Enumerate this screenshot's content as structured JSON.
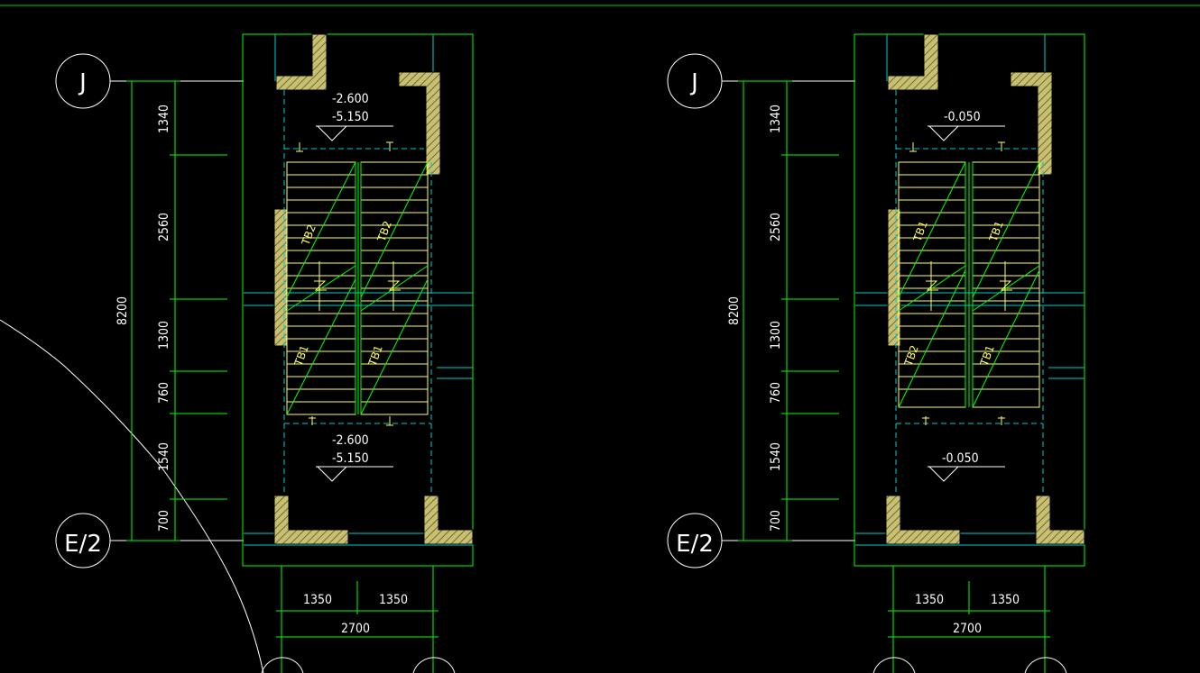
{
  "drawing": {
    "colors": {
      "background": "#000000",
      "frame_green": "#00ff00",
      "hatch_yellow": "#ffff66",
      "cyan_lines": "#00cccc",
      "white_text": "#ffffff"
    },
    "plans": [
      {
        "axis_top": "J",
        "axis_bottom": "E/2",
        "total_dim": "8200",
        "dims_vertical": [
          "1340",
          "2560",
          "1300",
          "760",
          "1540",
          "700"
        ],
        "dims_bottom": [
          "1350",
          "1350"
        ],
        "dim_total_bottom": "2700",
        "top_levels": [
          "-2.600",
          "-5.150"
        ],
        "bottom_levels": [
          "-2.600",
          "-5.150"
        ],
        "flight_upper_labels": [
          "TB2",
          "TB2"
        ],
        "flight_lower_labels": [
          "TB1",
          "TB1"
        ]
      },
      {
        "axis_top": "J",
        "axis_bottom": "E/2",
        "total_dim": "8200",
        "dims_vertical": [
          "1340",
          "2560",
          "1300",
          "760",
          "1540",
          "700"
        ],
        "dims_bottom": [
          "1350",
          "1350"
        ],
        "dim_total_bottom": "2700",
        "top_levels": [
          "-0.050"
        ],
        "bottom_levels": [
          "-0.050"
        ],
        "flight_upper_labels": [
          "TB1",
          "TB1"
        ],
        "flight_lower_labels": [
          "TB2",
          "TB1"
        ]
      }
    ]
  }
}
